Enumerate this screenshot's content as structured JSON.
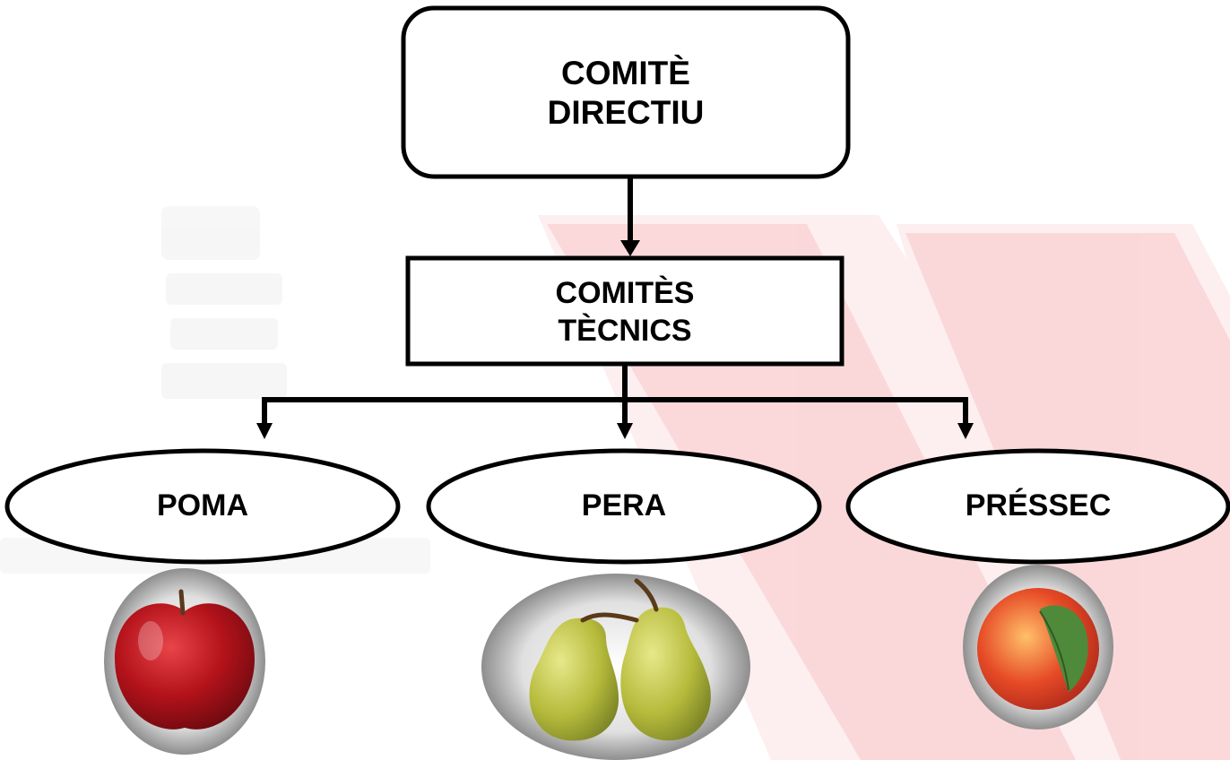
{
  "diagram": {
    "top_box": {
      "line1": "COMITÈ",
      "line2": "DIRECTIU"
    },
    "middle_box": {
      "line1": "COMITÈS",
      "line2": "TÈCNICS"
    },
    "fruits": [
      {
        "label": "POMA"
      },
      {
        "label": "PERA"
      },
      {
        "label": "PRÉSSEC"
      }
    ]
  },
  "colors": {
    "watermark_red": "#e8202a",
    "stroke": "#000000",
    "apple": "#b3121a",
    "pear": "#b6bb3c",
    "peach": "#e64a26",
    "leaf": "#4e8a3a"
  },
  "icons": [
    "apple-icon",
    "pear-icon",
    "peach-icon"
  ]
}
